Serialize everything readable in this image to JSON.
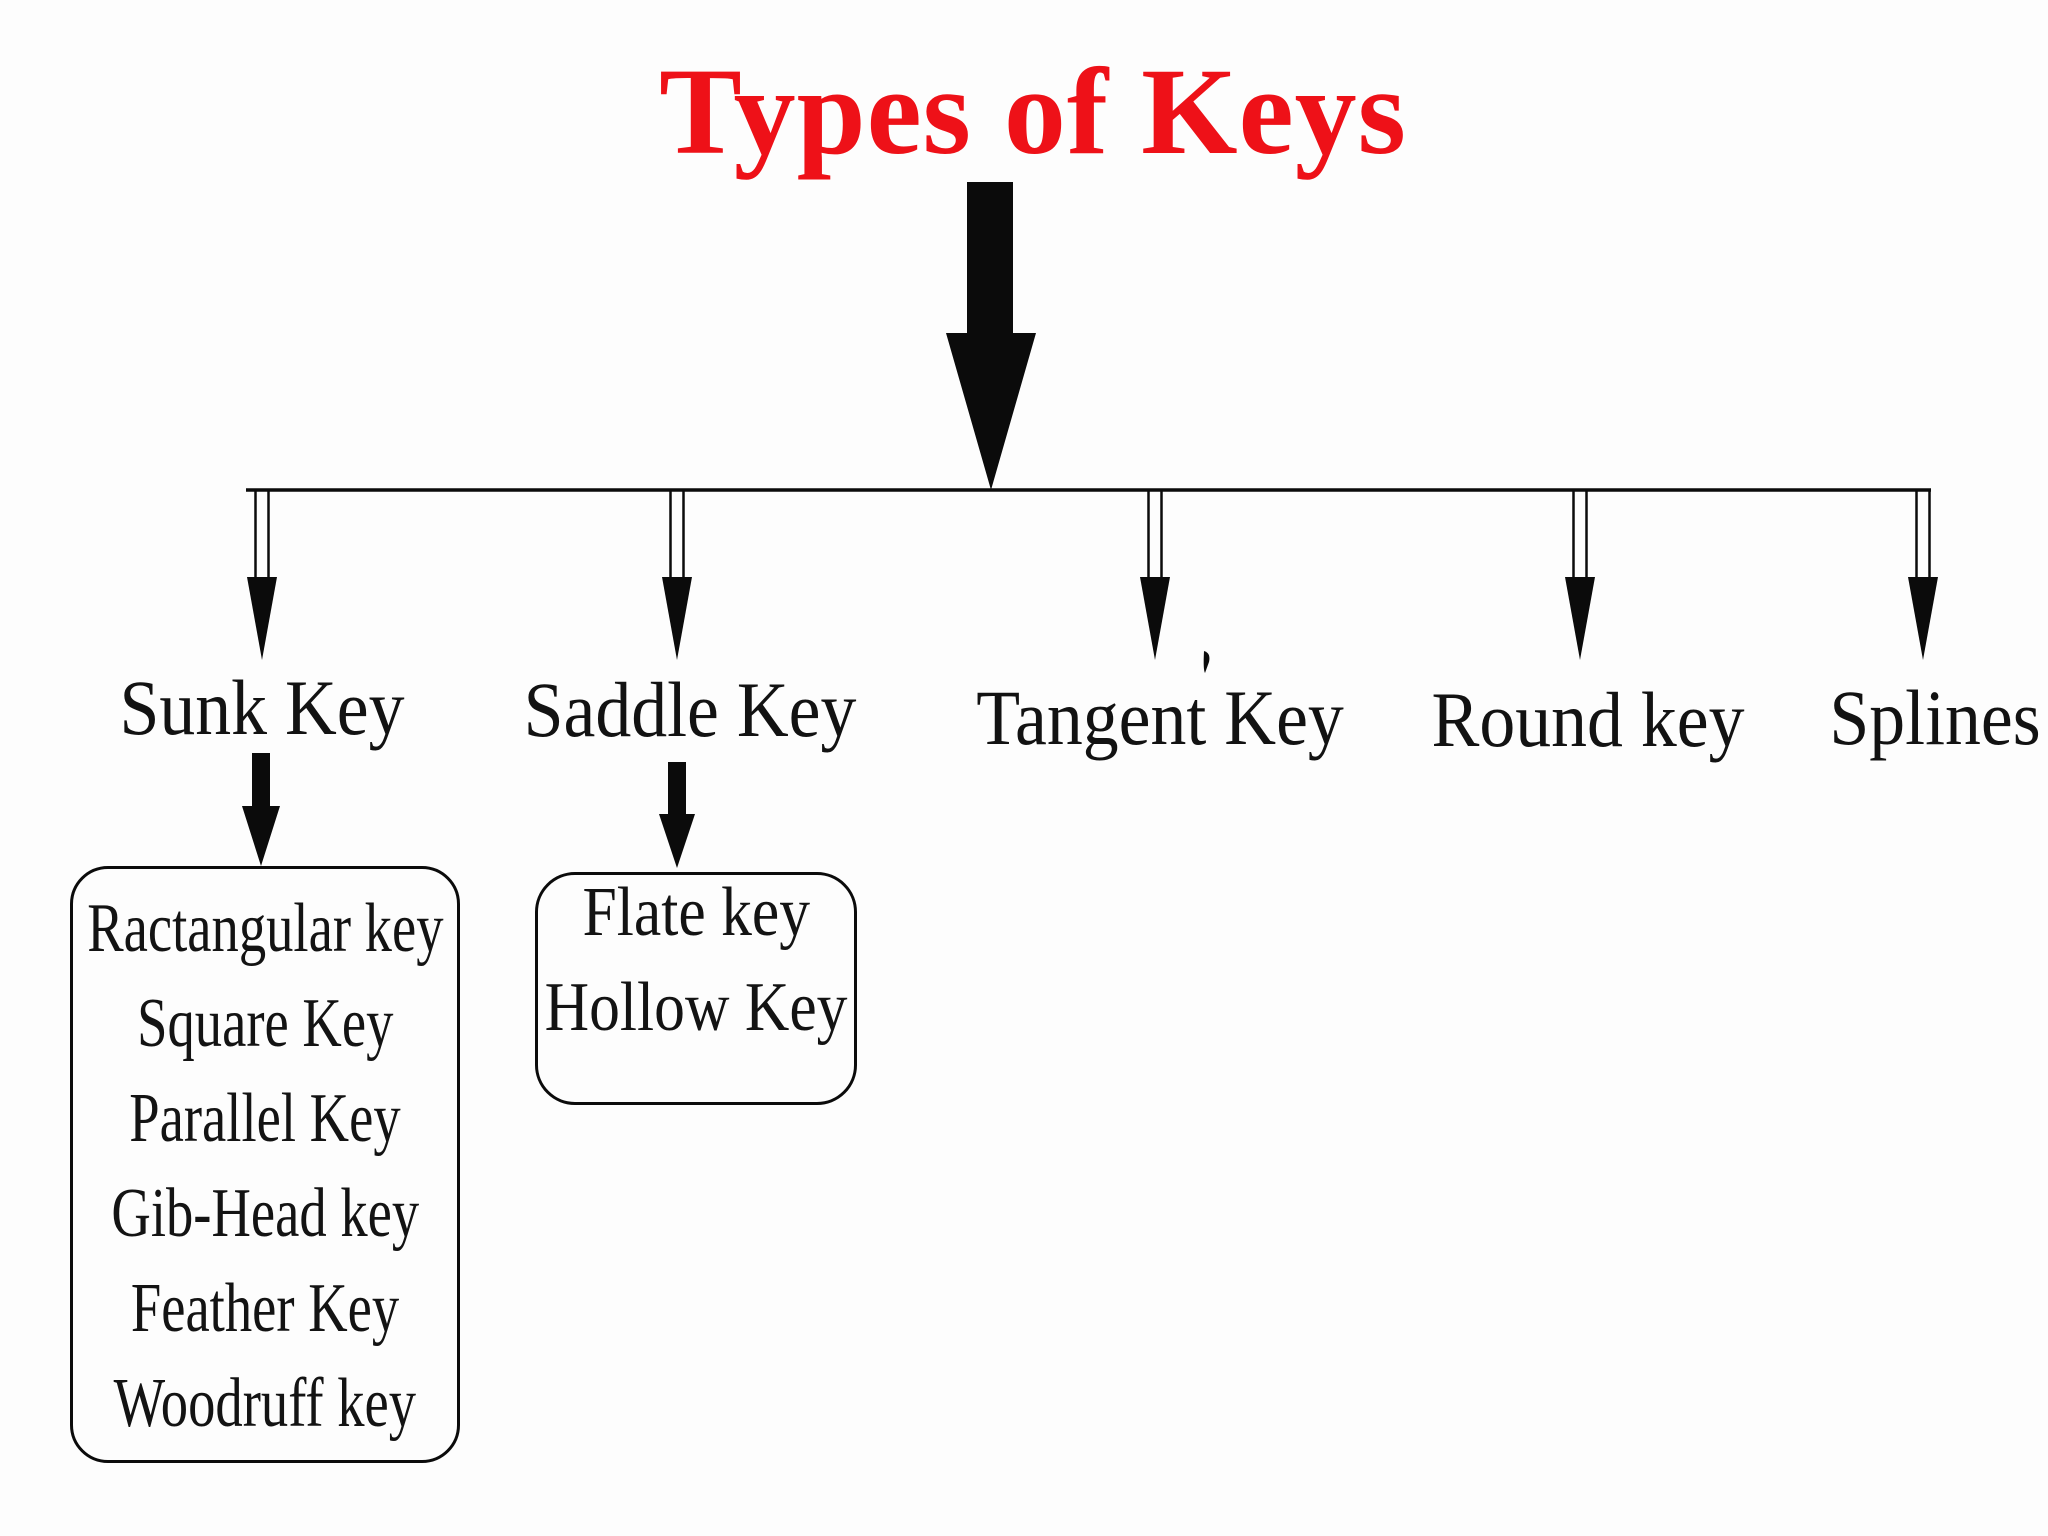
{
  "title": {
    "text": "Types of Keys",
    "color": "#ee1118"
  },
  "diagram": {
    "background_color": "#fdfdfd",
    "line_color": "#0b0b0b",
    "text_color": "#121212"
  },
  "categories": [
    {
      "label": "Sunk Key",
      "children": [
        "Ractangular key",
        "Square Key",
        "Parallel Key",
        "Gib-Head key",
        "Feather Key",
        "Woodruff key"
      ]
    },
    {
      "label": "Saddle Key",
      "children": [
        "Flate key",
        "Hollow Key"
      ]
    },
    {
      "label": "Tangent Key",
      "children": []
    },
    {
      "label": "Round key",
      "children": []
    },
    {
      "label": "Splines",
      "children": []
    }
  ]
}
